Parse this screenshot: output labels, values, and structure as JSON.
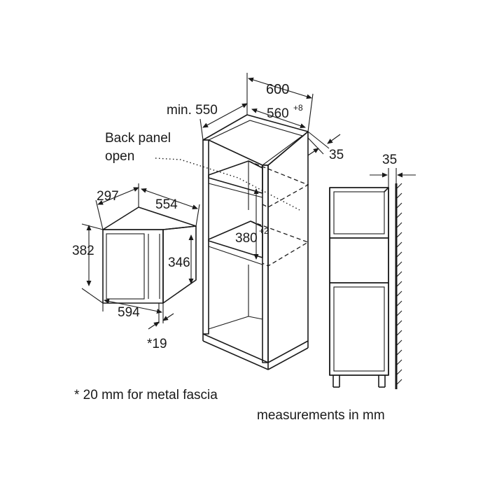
{
  "labels": {
    "top_width": "600",
    "min_depth": "min. 550",
    "inner_width_value": "560",
    "inner_width_tol": "+8",
    "side_gap": "35",
    "back_panel_line1": "Back panel",
    "back_panel_line2": "open",
    "niche_height_value": "380",
    "niche_height_tol": "+2",
    "appliance_depth": "297",
    "appliance_width": "554",
    "appliance_height": "382",
    "appliance_inner_height": "346",
    "appliance_front_width": "594",
    "fascia_offset": "*19",
    "side_view_gap": "35",
    "footnote": "* 20 mm for metal fascia",
    "units_note": "measurements in mm"
  }
}
